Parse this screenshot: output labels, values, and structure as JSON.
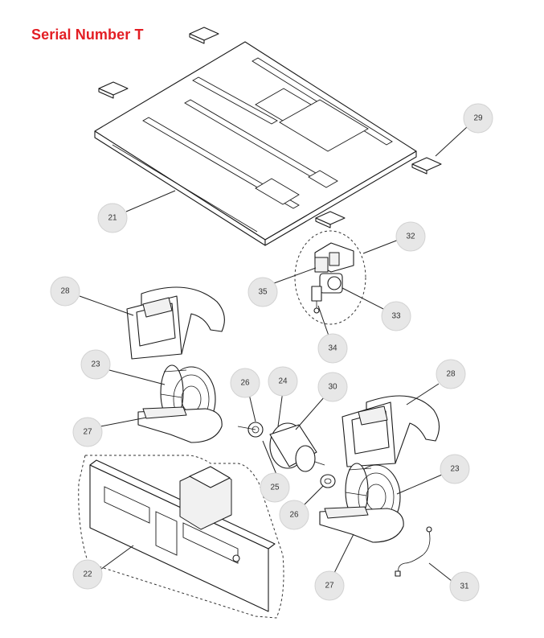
{
  "header": {
    "title": "Serial Number T"
  },
  "callouts": [
    {
      "id": "c21",
      "label": "21"
    },
    {
      "id": "c29",
      "label": "29"
    },
    {
      "id": "c32",
      "label": "32"
    },
    {
      "id": "c35",
      "label": "35"
    },
    {
      "id": "c33",
      "label": "33"
    },
    {
      "id": "c34",
      "label": "34"
    },
    {
      "id": "c28a",
      "label": "28"
    },
    {
      "id": "c23a",
      "label": "23"
    },
    {
      "id": "c27a",
      "label": "27"
    },
    {
      "id": "c26a",
      "label": "26"
    },
    {
      "id": "c24",
      "label": "24"
    },
    {
      "id": "c30",
      "label": "30"
    },
    {
      "id": "c28b",
      "label": "28"
    },
    {
      "id": "c23b",
      "label": "23"
    },
    {
      "id": "c25",
      "label": "25"
    },
    {
      "id": "c26b",
      "label": "26"
    },
    {
      "id": "c22",
      "label": "22"
    },
    {
      "id": "c27b",
      "label": "27"
    },
    {
      "id": "c31",
      "label": "31"
    }
  ],
  "colors": {
    "title": "#e31e24",
    "callout_fill": "#e7e7e7",
    "line": "#1a1a1a"
  }
}
